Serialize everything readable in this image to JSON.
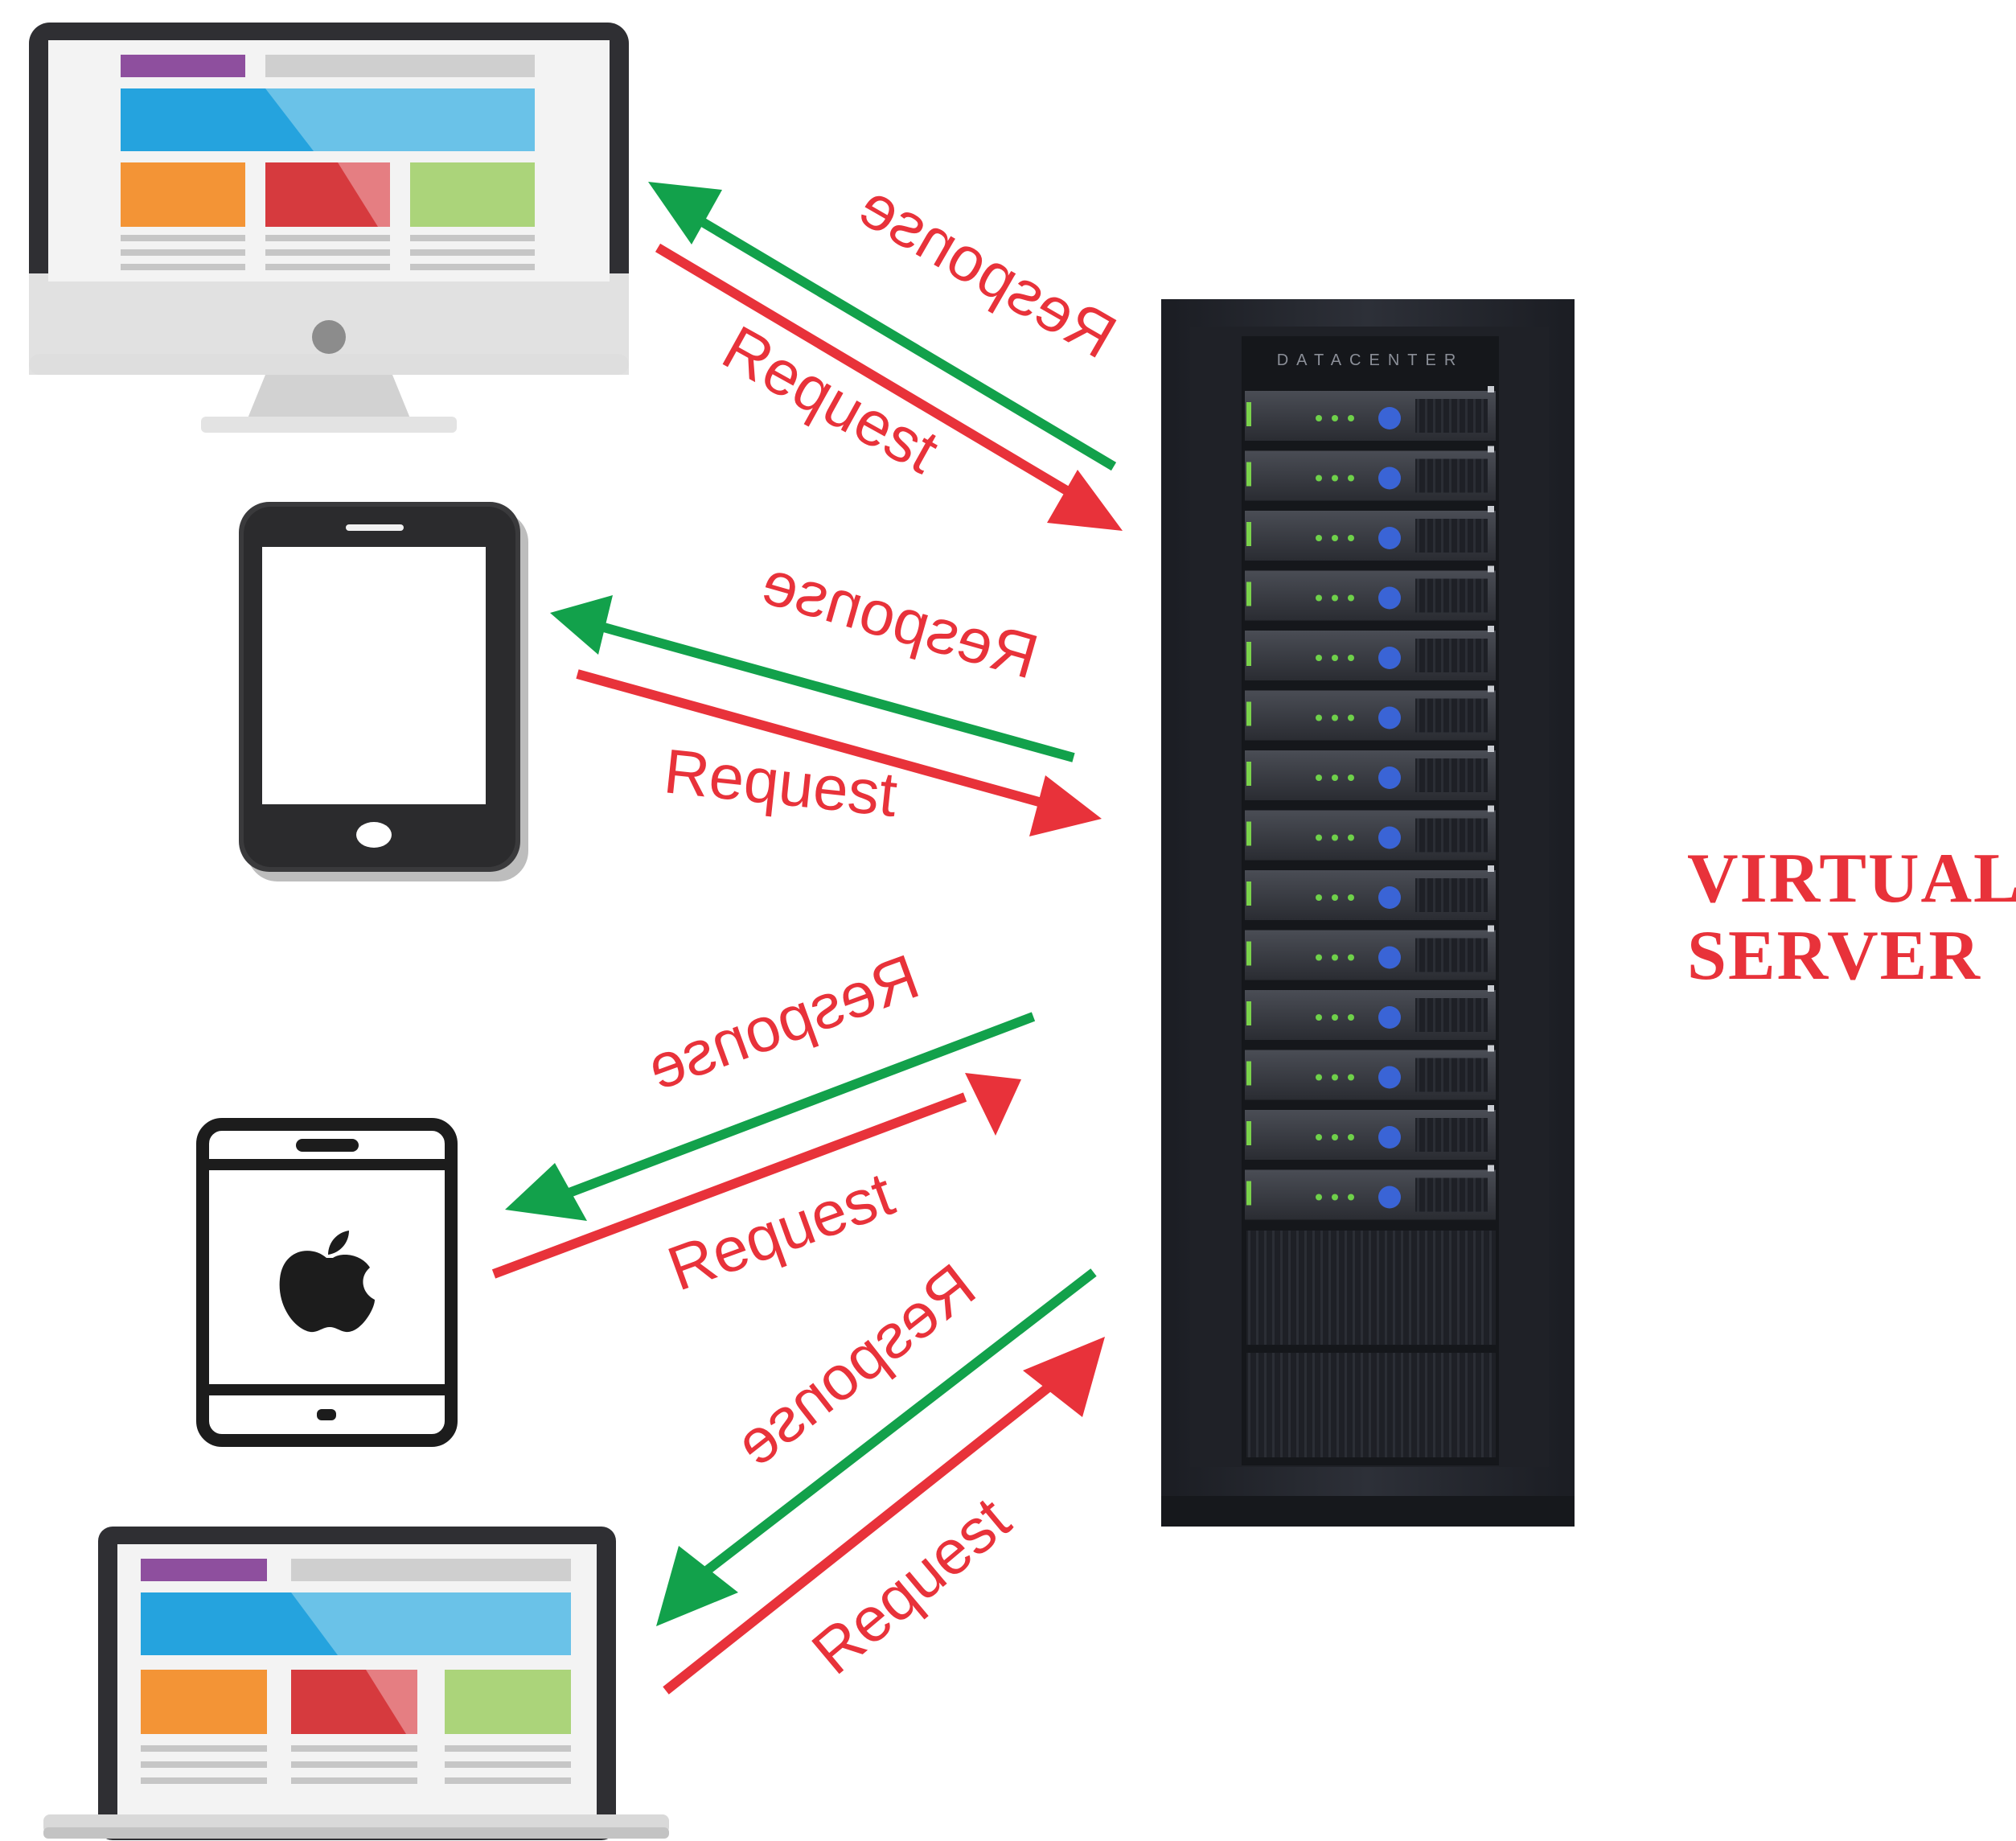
{
  "title": {
    "line1": "VIRTUAL",
    "line2": "SERVER"
  },
  "server": {
    "brand": "DATACENTER",
    "unit_count": 14
  },
  "arrows": {
    "request_label": "Request",
    "response_label": "Response"
  },
  "devices": [
    {
      "icon": "desktop-monitor-icon"
    },
    {
      "icon": "smartphone-icon"
    },
    {
      "icon": "apple-tablet-icon"
    },
    {
      "icon": "laptop-icon"
    }
  ],
  "colors": {
    "request": "#e8323a",
    "response": "#12a14b",
    "title": "#e8323a",
    "rack": "#24272f"
  }
}
